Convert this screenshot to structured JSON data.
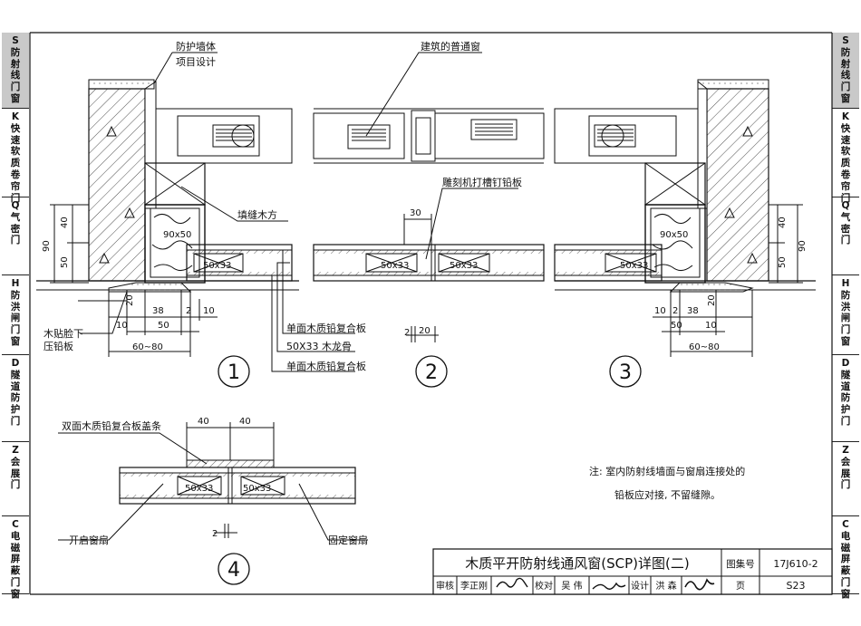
{
  "side_tabs": [
    {
      "code": "S",
      "label": "防射线门窗",
      "active": true
    },
    {
      "code": "K",
      "label": "快速软质卷帘门",
      "active": false
    },
    {
      "code": "Q",
      "label": "气密门",
      "active": false
    },
    {
      "code": "H",
      "label": "防洪闸门窗",
      "active": false
    },
    {
      "code": "D",
      "label": "隧道防护门",
      "active": false
    },
    {
      "code": "Z",
      "label": "会展门",
      "active": false
    },
    {
      "code": "C",
      "label": "电磁屏蔽门窗",
      "active": false
    }
  ],
  "labels": {
    "wall": "防护墙体",
    "project": "项目设计",
    "normal_window": "建筑的普通窗",
    "carved_lead": "雕刻机打槽钉铅板",
    "filler": "填缝木方",
    "trim_line1": "木贴脸下",
    "trim_line2": "压铅板",
    "single_panel_1": "单面木质铅复合板",
    "keel": "50X33 木龙骨",
    "single_panel_2": "单面木质铅复合板",
    "double_cover": "双面木质铅复合板盖条",
    "open_sash": "开启窗扇",
    "fixed_sash": "固定窗扇"
  },
  "note": {
    "line1": "注: 室内防射线墙面与窗扇连接处的",
    "line2": "铅板应对接, 不留缝隙。"
  },
  "sections": {
    "s1": "1",
    "s2": "2",
    "s3": "3",
    "s4": "4"
  },
  "dims": {
    "d90": "90",
    "d40": "40",
    "d50": "50",
    "d20": "20",
    "d10": "10",
    "d38": "38",
    "d2": "2",
    "d60_80": "60~80",
    "d30": "30",
    "box_90x50": "90x50",
    "box_50x33": "50x33"
  },
  "title_block": {
    "title": "木质平开防射线通风窗(SCP)详图(二)",
    "atlas_label": "图集号",
    "atlas_no": "17J610-2",
    "review_label": "审核",
    "reviewer": "李正刚",
    "check_label": "校对",
    "checker": "吴 伟",
    "design_label": "设计",
    "designer": "洪 森",
    "page_label": "页",
    "page_no": "S23"
  }
}
